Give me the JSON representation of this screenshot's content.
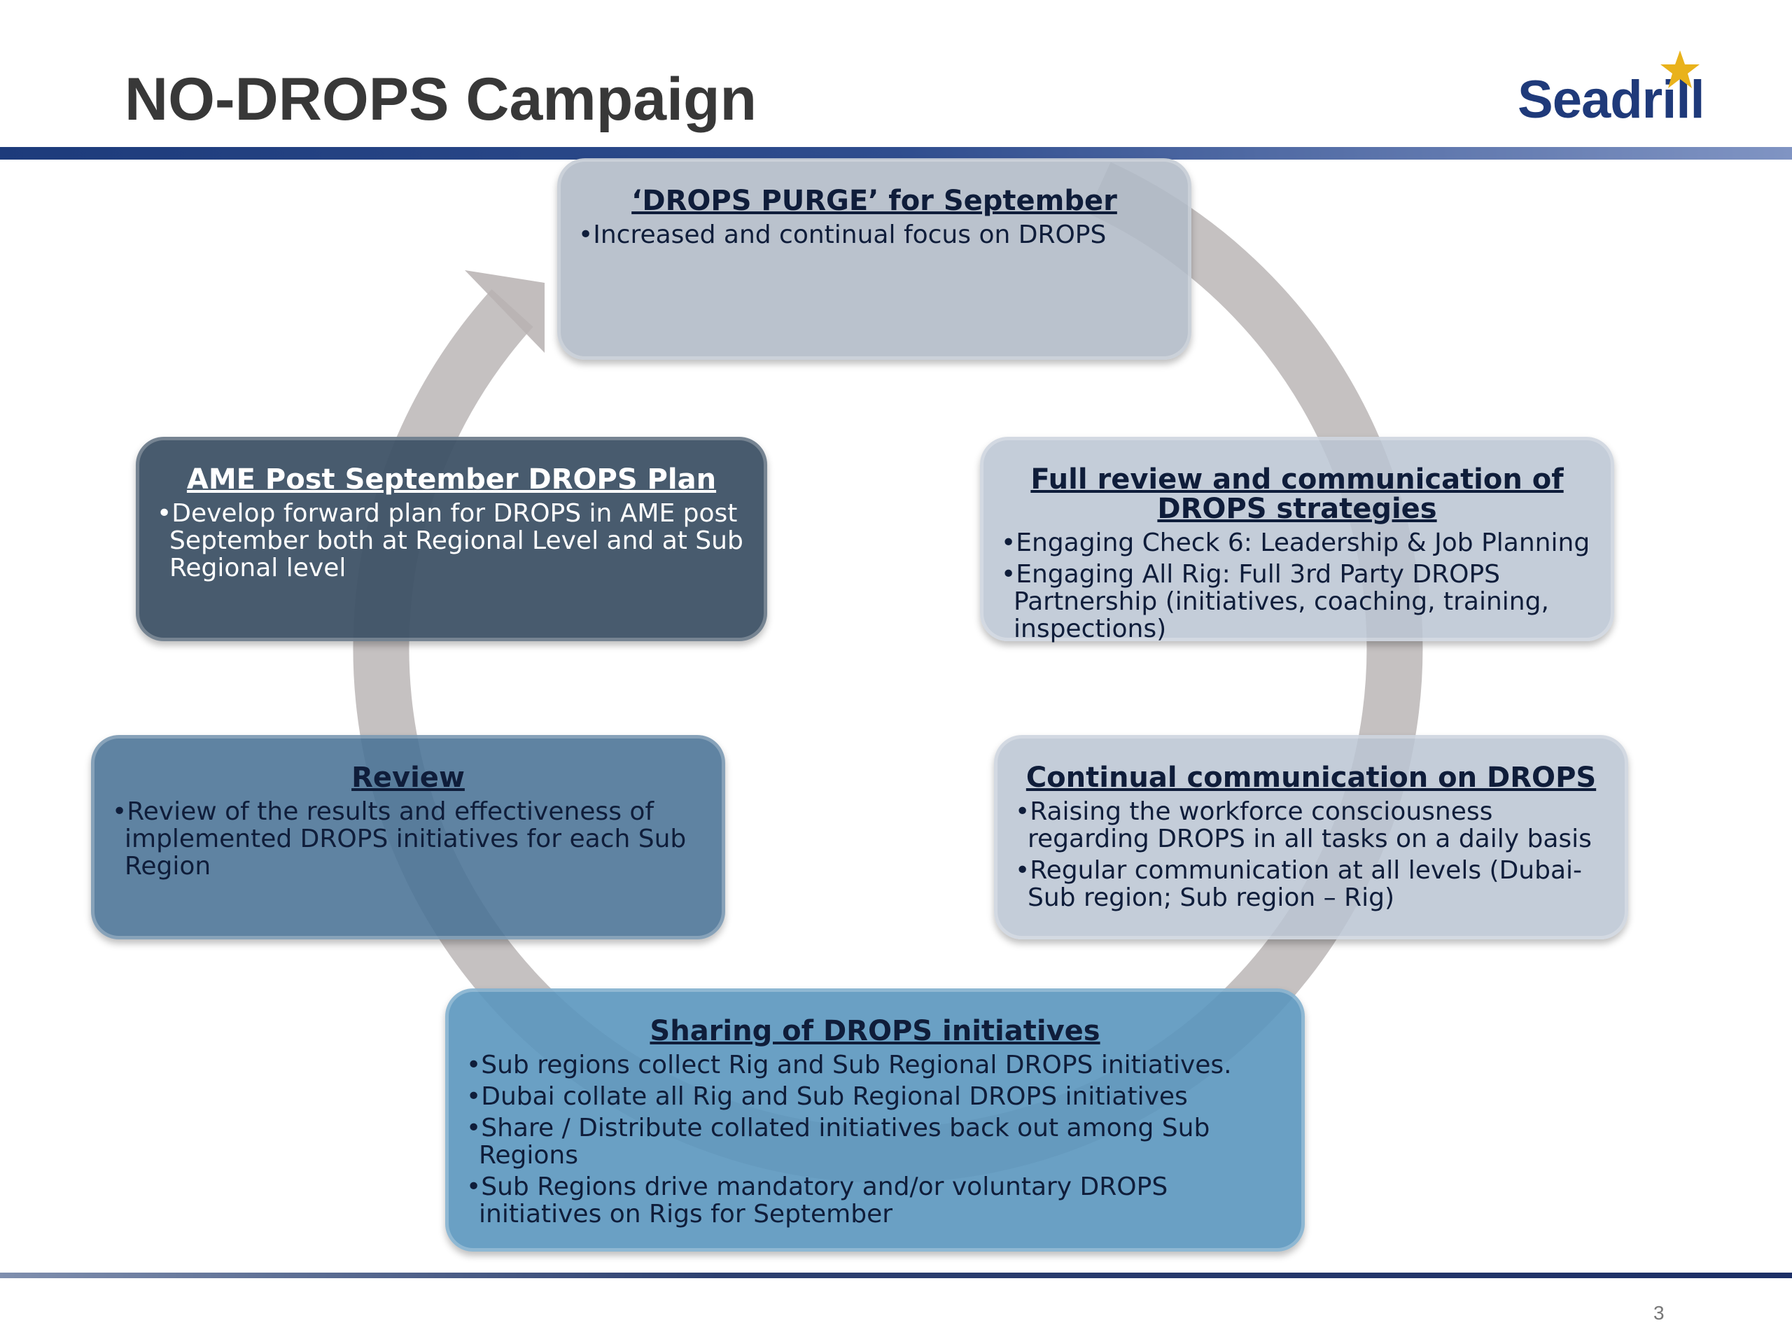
{
  "header": {
    "title": "NO-DROPS Campaign",
    "logo_text": "Seadrill"
  },
  "footer": {
    "page_number": "3"
  },
  "colors": {
    "brand_blue": "#1f3a7a",
    "star_gold": "#e9b21b",
    "cycle_arrow": "#b7b2b1"
  },
  "boxes": {
    "top": {
      "title": "‘DROPS PURGE’ for September",
      "items": [
        "Increased and continual focus on DROPS"
      ]
    },
    "ame": {
      "title": "AME Post September DROPS Plan",
      "items": [
        "Develop forward plan for DROPS in AME post September both at Regional Level and at Sub Regional level"
      ]
    },
    "full_review": {
      "title": "Full review and communication of DROPS strategies",
      "items": [
        "Engaging Check 6:  Leadership & Job Planning",
        "Engaging All Rig:  Full 3rd Party DROPS Partnership (initiatives, coaching, training, inspections)"
      ]
    },
    "review": {
      "title": "Review",
      "items": [
        "Review of the results and effectiveness of implemented DROPS initiatives for each Sub Region"
      ]
    },
    "continual": {
      "title": "Continual communication on DROPS",
      "items": [
        "Raising the workforce consciousness regarding DROPS in all tasks on a daily basis",
        "Regular communication at all levels (Dubai- Sub region; Sub region – Rig)"
      ]
    },
    "sharing": {
      "title": "Sharing of DROPS initiatives",
      "items": [
        "Sub regions collect Rig and Sub Regional DROPS initiatives.",
        "Dubai collate all Rig and Sub Regional DROPS initiatives",
        "Share / Distribute collated initiatives back out among Sub Regions",
        "Sub Regions drive mandatory and/or voluntary DROPS initiatives on Rigs for September"
      ]
    }
  }
}
